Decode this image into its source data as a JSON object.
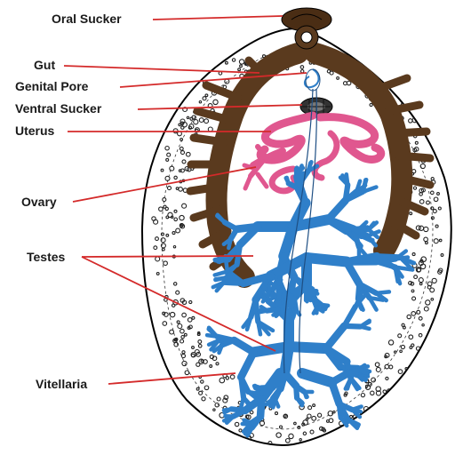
{
  "labels": {
    "oral_sucker": "Oral Sucker",
    "gut": "Gut",
    "genital_pore": "Genital Pore",
    "ventral_sucker": "Ventral Sucker",
    "uterus": "Uterus",
    "ovary": "Ovary",
    "testes": "Testes",
    "vitellaria": "Vitellaria"
  },
  "colors": {
    "body_outline": "#000000",
    "gut": "#5a3a1e",
    "uterus": "#e0578f",
    "testes": "#2f7fc9",
    "vitellaria": "#222222",
    "leader_lines": "#d42a2a"
  }
}
